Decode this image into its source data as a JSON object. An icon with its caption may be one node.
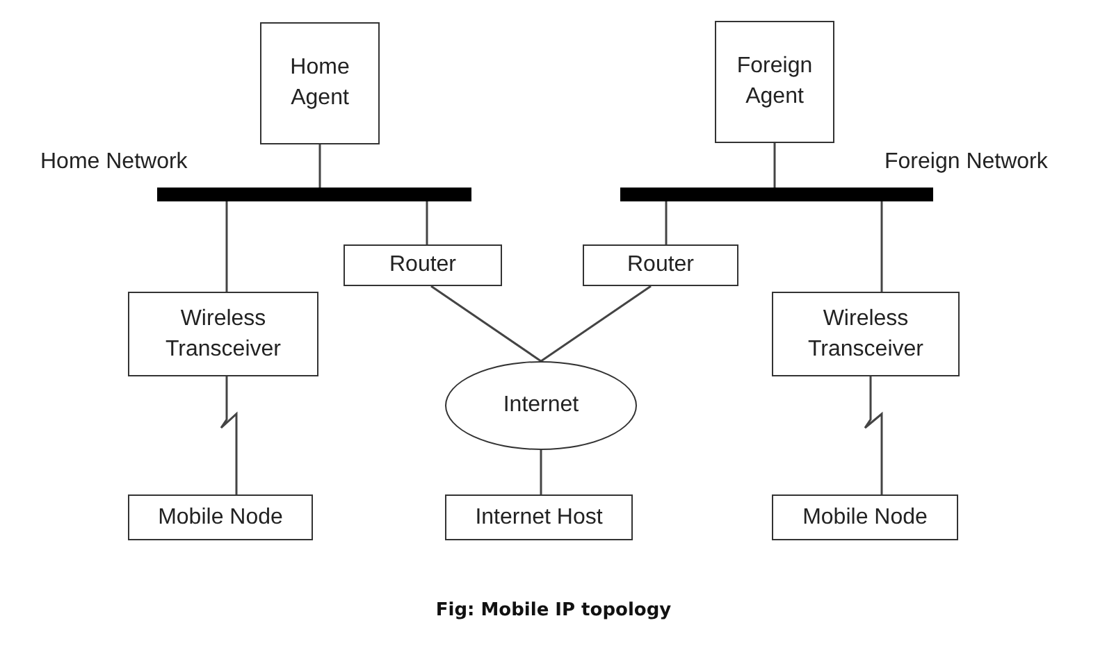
{
  "diagram": {
    "caption": "Fig: Mobile IP topology",
    "nodes": [
      {
        "text": [
          "Home Agent"
        ]
      },
      {
        "text": [
          "Foreign Agent"
        ]
      },
      {
        "text": [],
        "shape": "bar",
        "beside": [
          "Home Network"
        ]
      },
      {
        "text": [],
        "shape": "bar",
        "beside": [
          "Foreign Network"
        ]
      },
      {
        "text": [
          "Router"
        ]
      },
      {
        "text": [
          "Router"
        ]
      },
      {
        "text": [
          "Wireless Transceiver"
        ]
      },
      {
        "text": [
          "Wireless Transceiver"
        ]
      },
      {
        "text": [
          "Internet"
        ]
      },
      {
        "text": [
          "Mobile Node"
        ]
      },
      {
        "text": [
          "Internet Host"
        ]
      },
      {
        "text": [
          "Mobile Node"
        ]
      }
    ],
    "edges": [
      {
        "from": 0,
        "to": 2,
        "arrow": "none"
      },
      {
        "from": 1,
        "to": 3,
        "arrow": "none"
      },
      {
        "from": 2,
        "to": 6,
        "arrow": "none"
      },
      {
        "from": 2,
        "to": 4,
        "arrow": "none"
      },
      {
        "from": 3,
        "to": 5,
        "arrow": "none"
      },
      {
        "from": 3,
        "to": 7,
        "arrow": "none"
      },
      {
        "from": 4,
        "to": 8,
        "arrow": "none"
      },
      {
        "from": 5,
        "to": 8,
        "arrow": "none"
      },
      {
        "from": 8,
        "to": 10,
        "arrow": "none"
      },
      {
        "from": 6,
        "to": 9,
        "arrow": "none"
      },
      {
        "from": 7,
        "to": 11,
        "arrow": "none"
      }
    ]
  }
}
